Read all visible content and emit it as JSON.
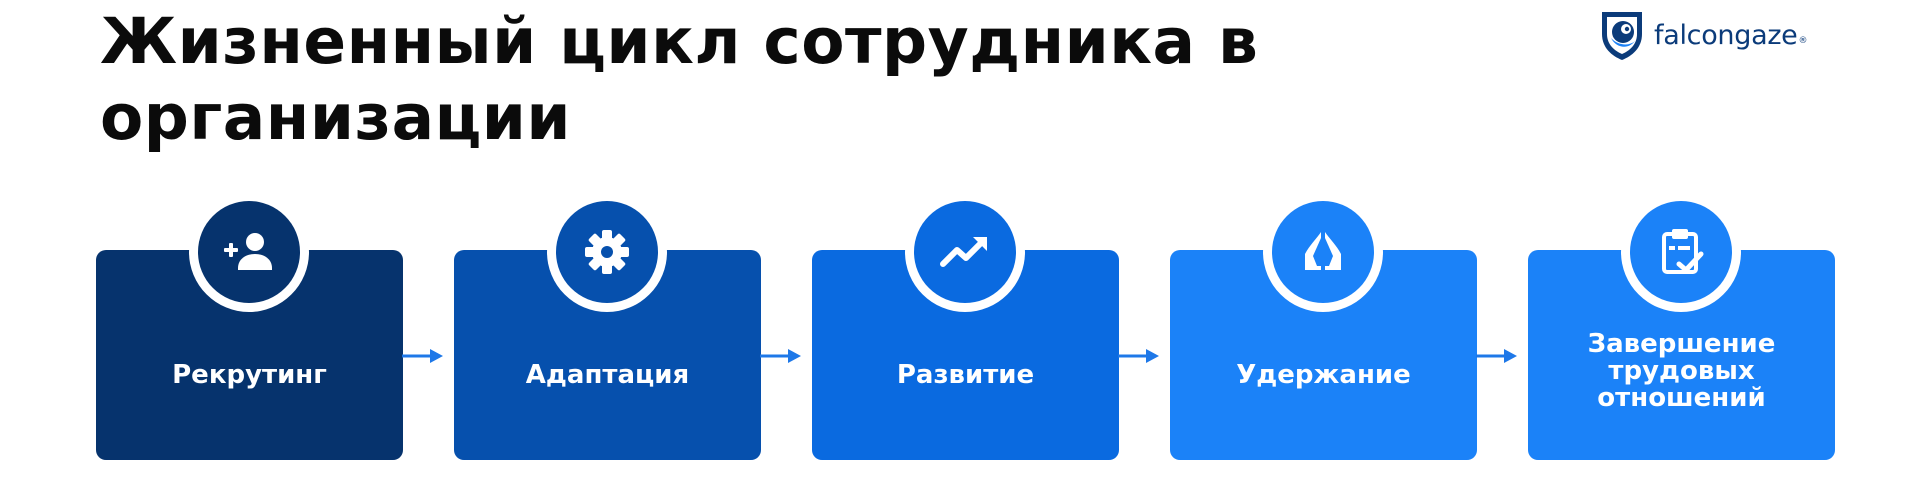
{
  "header": {
    "title": "Жизненный цикл сотрудника в организации",
    "logo_text": "falcongaze",
    "logo_mark": "®"
  },
  "colors": {
    "step1": "#06336d",
    "step2": "#0650ad",
    "step3": "#0a6ae0",
    "step4": "#1b82f8",
    "step5": "#1b82f8",
    "arrow": "#1e78e8"
  },
  "steps": [
    {
      "label": "Рекрутинг",
      "icon": "add-user-icon"
    },
    {
      "label": "Адаптация",
      "icon": "gear-icon"
    },
    {
      "label": "Развитие",
      "icon": "trending-up-icon"
    },
    {
      "label": "Удержание",
      "icon": "hands-icon"
    },
    {
      "label": "Завершение трудовых отношений",
      "icon": "clipboard-check-icon"
    }
  ]
}
